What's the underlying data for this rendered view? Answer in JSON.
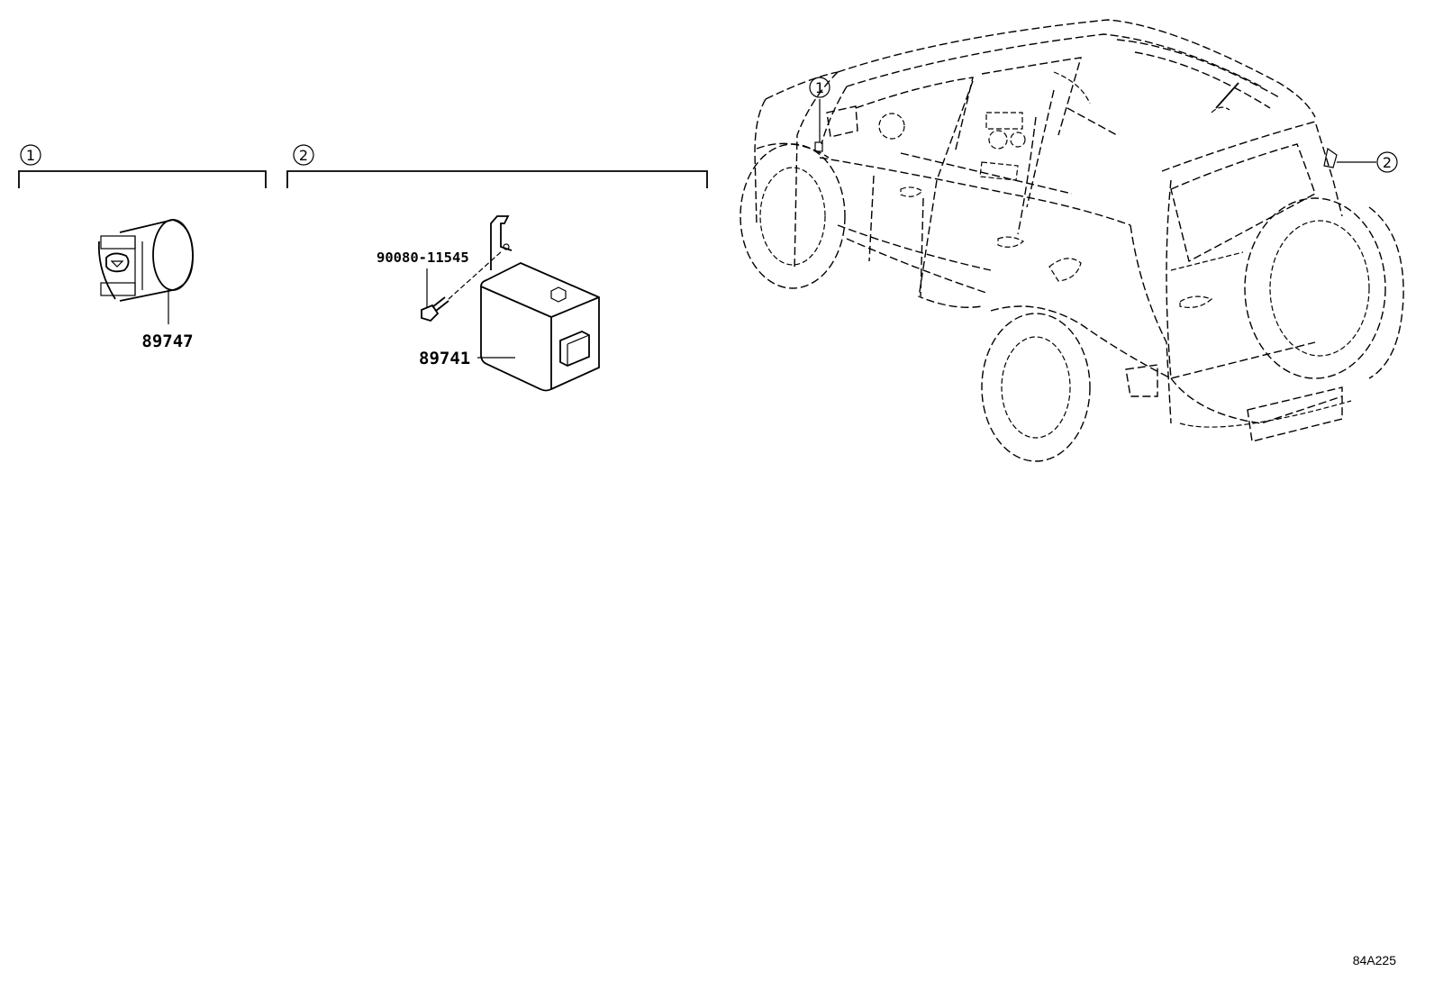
{
  "callouts": {
    "one": "1",
    "two": "2"
  },
  "parts": {
    "sensor_part": "89747",
    "bolt_part": "90080-11545",
    "module_part": "89741"
  },
  "diagram_code": "84A225"
}
